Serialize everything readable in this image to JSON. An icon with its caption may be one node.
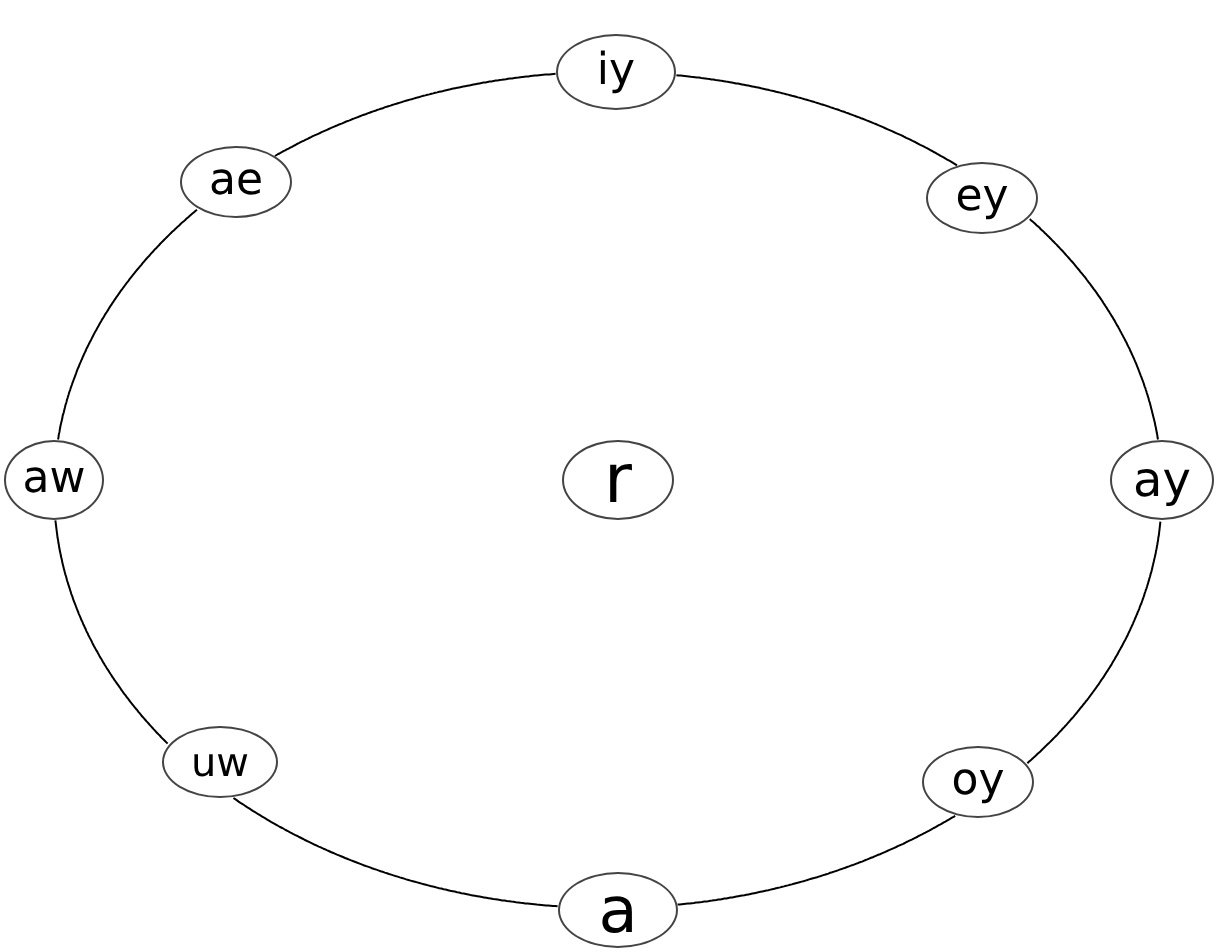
{
  "diagram": {
    "nodes": [
      {
        "text": [
          "iy"
        ]
      },
      {
        "text": [
          "ey"
        ]
      },
      {
        "text": [
          "ay"
        ]
      },
      {
        "text": [
          "oy"
        ]
      },
      {
        "text": [
          "a"
        ]
      },
      {
        "text": [
          "uw"
        ]
      },
      {
        "text": [
          "aw"
        ]
      },
      {
        "text": [
          "ae"
        ]
      },
      {
        "text": [
          "r"
        ]
      }
    ],
    "edges": [
      {
        "from": 0,
        "to": 1,
        "arrow": "none"
      },
      {
        "from": 1,
        "to": 2,
        "arrow": "none"
      },
      {
        "from": 2,
        "to": 3,
        "arrow": "none"
      },
      {
        "from": 3,
        "to": 4,
        "arrow": "none"
      },
      {
        "from": 4,
        "to": 5,
        "arrow": "none"
      },
      {
        "from": 5,
        "to": 6,
        "arrow": "none"
      },
      {
        "from": 6,
        "to": 7,
        "arrow": "none"
      },
      {
        "from": 7,
        "to": 0,
        "arrow": "none"
      }
    ]
  }
}
